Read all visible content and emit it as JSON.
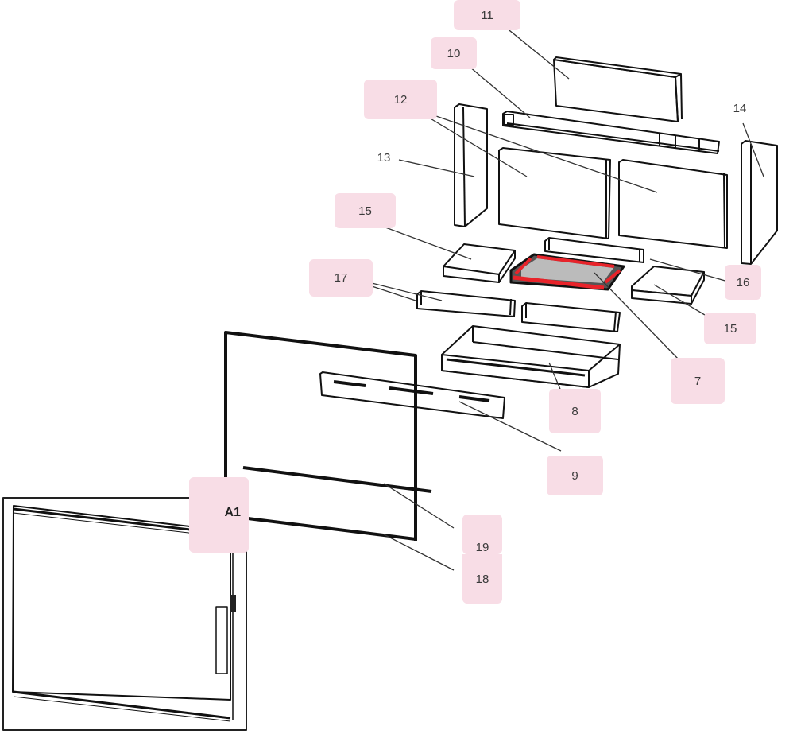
{
  "diagram": {
    "type": "exploded-parts-view",
    "highlight_color": "#f8dde6",
    "selected_part_color": "#e8232a",
    "selected_part": "7",
    "callouts": [
      {
        "id": "c11",
        "label": "11",
        "highlighted": true
      },
      {
        "id": "c10",
        "label": "10",
        "highlighted": true
      },
      {
        "id": "c12",
        "label": "12",
        "highlighted": true
      },
      {
        "id": "c13",
        "label": "13",
        "highlighted": false
      },
      {
        "id": "c14",
        "label": "14",
        "highlighted": false
      },
      {
        "id": "c15a",
        "label": "15",
        "highlighted": true
      },
      {
        "id": "c16",
        "label": "16",
        "highlighted": true
      },
      {
        "id": "c17",
        "label": "17",
        "highlighted": true
      },
      {
        "id": "c15b",
        "label": "15",
        "highlighted": true
      },
      {
        "id": "c7",
        "label": "7",
        "highlighted": true
      },
      {
        "id": "c8",
        "label": "8",
        "highlighted": true
      },
      {
        "id": "c9",
        "label": "9",
        "highlighted": true
      },
      {
        "id": "cA1",
        "label": "A1",
        "highlighted": true
      },
      {
        "id": "c19",
        "label": "19",
        "highlighted": true
      },
      {
        "id": "c18",
        "label": "18",
        "highlighted": true
      }
    ]
  }
}
